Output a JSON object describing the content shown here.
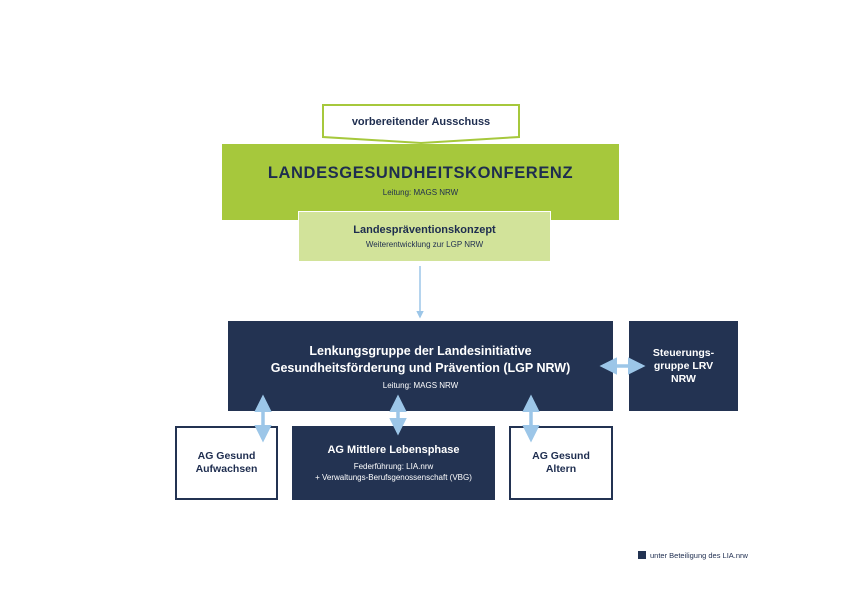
{
  "diagram": {
    "ausschuss": {
      "label": "vorbereitender Ausschuss"
    },
    "konferenz": {
      "title": "LANDESGESUNDHEITSKONFERENZ",
      "sub": "Leitung: MAGS NRW"
    },
    "praevention": {
      "title": "Landespräventionskonzept",
      "sub": "Weiterentwicklung zur LGP NRW"
    },
    "lenkung": {
      "title_line1": "Lenkungsgruppe der Landesinitiative",
      "title_line2": "Gesundheitsförderung und Prävention (LGP NRW)",
      "sub": "Leitung: MAGS NRW"
    },
    "steuerung": {
      "line1": "Steuerungs-",
      "line2": "gruppe LRV",
      "line3": "NRW"
    },
    "ag_aufwachsen": {
      "line1": "AG Gesund",
      "line2": "Aufwachsen"
    },
    "ag_mittlere": {
      "title": "AG Mittlere Lebensphase",
      "sub_line1": "Federführung: LIA.nrw",
      "sub_line2": "+ Verwaltungs-Berufsgenossenschaft (VBG)"
    },
    "ag_altern": {
      "line1": "AG Gesund",
      "line2": "Altern"
    }
  },
  "legend": {
    "label": "unter Beteiligung des LIA.nrw"
  },
  "colors": {
    "navy": "#233352",
    "green": "#a6c83c",
    "light_green": "#d2e39a",
    "arrow": "#9cc6e8"
  }
}
